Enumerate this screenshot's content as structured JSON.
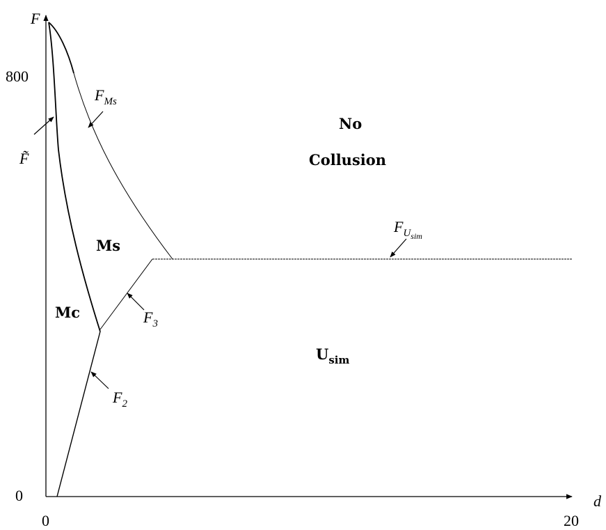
{
  "axes": {
    "y_label": "F",
    "x_label": "d",
    "y_tick_top": "800",
    "y_tick_zero": "0",
    "x_tick_zero": "0",
    "x_tick_end": "20"
  },
  "regions": {
    "no_collusion_line1": "No",
    "no_collusion_line2": "Collusion",
    "ms": "Ms",
    "mc": "Mc",
    "u_main": "U",
    "u_sub": "sim"
  },
  "curve_labels": {
    "f_ms_main": "F",
    "f_ms_sub": "Ms",
    "f_tilde": "F̃",
    "f_usim_main": "F",
    "f_usim_sub1": "U",
    "f_usim_sub2": "sim",
    "f3_main": "F",
    "f3_sub": "3",
    "f2_main": "F",
    "f2_sub": "2"
  },
  "colors": {
    "line": "#000000",
    "background": "#ffffff"
  }
}
